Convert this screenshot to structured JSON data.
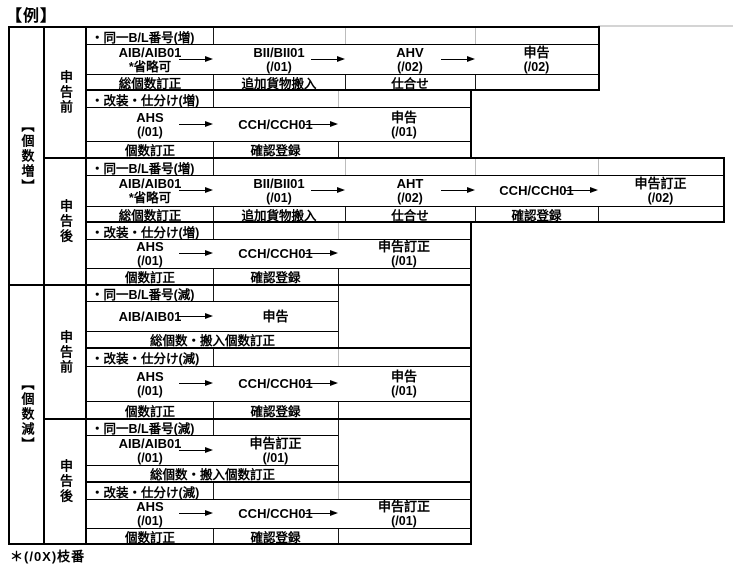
{
  "title": "【例】",
  "footnote": "＊(/0X)枝番",
  "groups": {
    "increase": "【個数増】",
    "decrease": "【個数減】"
  },
  "phases": {
    "inc_before": "申告前",
    "inc_after": "申告後",
    "dec_before": "申告前",
    "dec_after": "申告後"
  },
  "blocks": {
    "inc_before_bl": {
      "condition": "・同一B/L番号(増)",
      "steps": [
        {
          "code": "AIB/AIB01",
          "sub": "*省略可"
        },
        {
          "code": "BII/BII01",
          "sub": "(/01)"
        },
        {
          "code": "AHV",
          "sub": "(/02)"
        },
        {
          "code": "申告",
          "sub": "(/02)"
        }
      ],
      "labels": [
        "総個数訂正",
        "追加貨物搬入",
        "仕合せ"
      ]
    },
    "inc_before_rp": {
      "condition": "・改装・仕分け(増)",
      "steps": [
        {
          "code": "AHS",
          "sub": "(/01)"
        },
        {
          "code": "CCH/CCH01"
        },
        {
          "code": "申告",
          "sub": "(/01)"
        }
      ],
      "labels": [
        "個数訂正",
        "確認登録"
      ]
    },
    "inc_after_bl": {
      "condition": "・同一B/L番号(増)",
      "steps": [
        {
          "code": "AIB/AIB01",
          "sub": "*省略可"
        },
        {
          "code": "BII/BII01",
          "sub": "(/01)"
        },
        {
          "code": "AHT",
          "sub": "(/02)"
        },
        {
          "code": "CCH/CCH01"
        },
        {
          "code": "申告訂正",
          "sub": "(/02)"
        }
      ],
      "labels": [
        "総個数訂正",
        "追加貨物搬入",
        "仕合せ",
        "確認登録"
      ]
    },
    "inc_after_rp": {
      "condition": "・改装・仕分け(増)",
      "steps": [
        {
          "code": "AHS",
          "sub": "(/01)"
        },
        {
          "code": "CCH/CCH01"
        },
        {
          "code": "申告訂正",
          "sub": "(/01)"
        }
      ],
      "labels": [
        "個数訂正",
        "確認登録"
      ]
    },
    "dec_before_bl": {
      "condition": "・同一B/L番号(減)",
      "steps": [
        {
          "code": "AIB/AIB01"
        },
        {
          "code": "申告"
        }
      ],
      "labels": [
        "総個数・搬入個数訂正"
      ]
    },
    "dec_before_rp": {
      "condition": "・改装・仕分け(減)",
      "steps": [
        {
          "code": "AHS",
          "sub": "(/01)"
        },
        {
          "code": "CCH/CCH01"
        },
        {
          "code": "申告",
          "sub": "(/01)"
        }
      ],
      "labels": [
        "個数訂正",
        "確認登録"
      ]
    },
    "dec_after_bl": {
      "condition": "・同一B/L番号(減)",
      "steps": [
        {
          "code": "AIB/AIB01",
          "sub": "(/01)"
        },
        {
          "code": "申告訂正",
          "sub": "(/01)"
        }
      ],
      "labels": [
        "総個数・搬入個数訂正"
      ]
    },
    "dec_after_rp": {
      "condition": "・改装・仕分け(減)",
      "steps": [
        {
          "code": "AHS",
          "sub": "(/01)"
        },
        {
          "code": "CCH/CCH01"
        },
        {
          "code": "申告訂正",
          "sub": "(/01)"
        }
      ],
      "labels": [
        "個数訂正",
        "確認登録"
      ]
    }
  }
}
